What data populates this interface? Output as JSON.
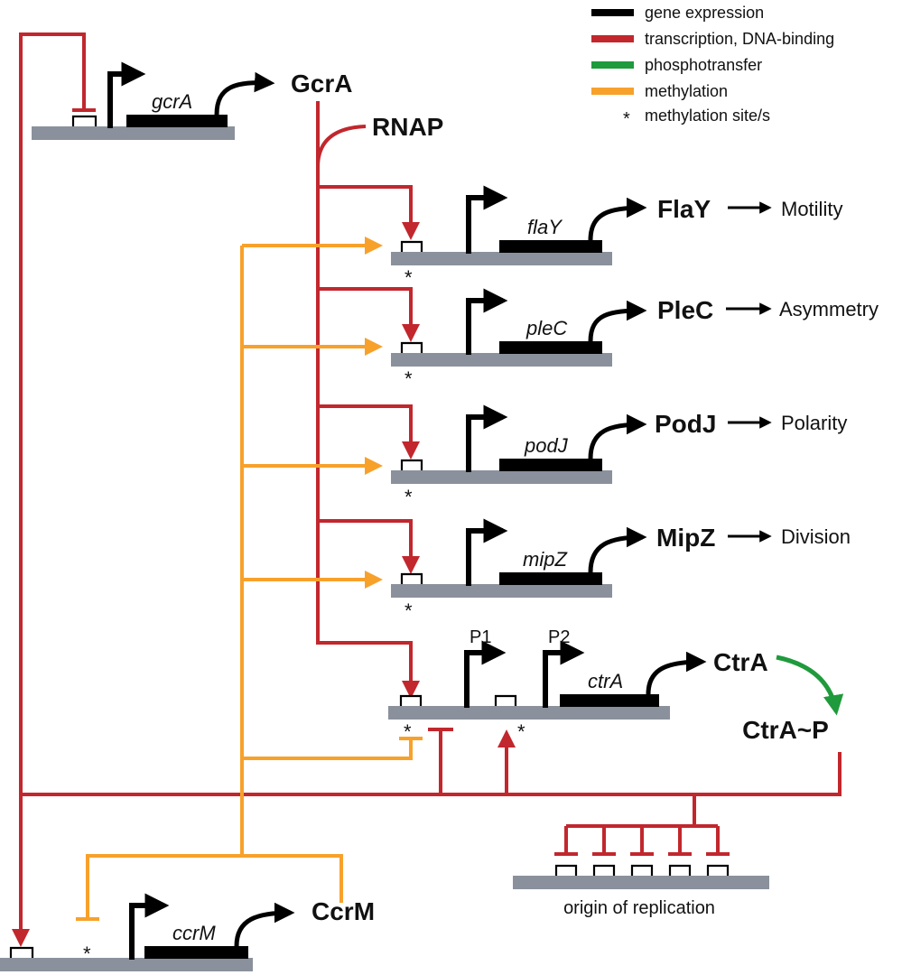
{
  "colors": {
    "expression": "#000000",
    "transcription": "#c1272d",
    "phosphotransfer": "#1f9a3c",
    "methylation": "#f7a12b",
    "dna": "#8a919c"
  },
  "legend": {
    "items": [
      {
        "label": "gene expression",
        "color": "#000000"
      },
      {
        "label": "transcription, DNA-binding",
        "color": "#c1272d"
      },
      {
        "label": "phosphotransfer",
        "color": "#1f9a3c"
      },
      {
        "label": "methylation",
        "color": "#f7a12b"
      }
    ],
    "site_symbol": "*",
    "site_label": "methylation site/s"
  },
  "genes": {
    "gcrA": "gcrA",
    "flaY": "flaY",
    "pleC": "pleC",
    "podJ": "podJ",
    "mipZ": "mipZ",
    "ctrA": "ctrA",
    "ccrM": "ccrM"
  },
  "proteins": {
    "gcrA": "GcrA",
    "rnap": "RNAP",
    "flaY": "FlaY",
    "pleC": "PleC",
    "podJ": "PodJ",
    "mipZ": "MipZ",
    "ctrA": "CtrA",
    "ctrAP": "CtrA~P",
    "ccrM": "CcrM"
  },
  "phenotypes": {
    "flaY": "Motility",
    "pleC": "Asymmetry",
    "podJ": "Polarity",
    "mipZ": "Division"
  },
  "promoters": {
    "p1": "P1",
    "p2": "P2"
  },
  "origin_label": "origin of replication",
  "site_mark": "*"
}
